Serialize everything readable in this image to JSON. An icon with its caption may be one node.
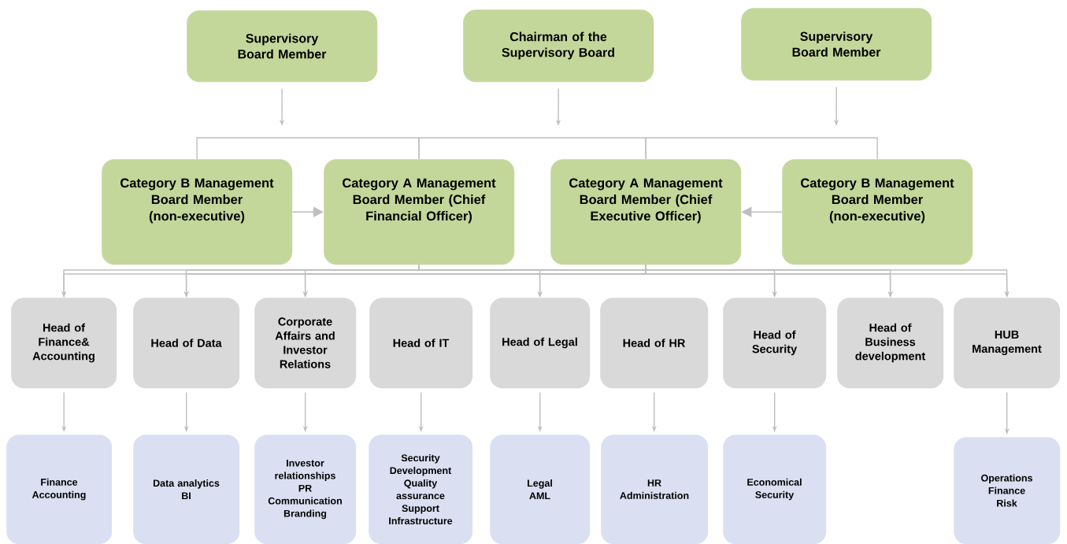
{
  "diagram": {
    "nodes": [
      {
        "text": [
          "Supervisory Board Member"
        ]
      },
      {
        "text": [
          "Chairman of the Supervisory Board"
        ]
      },
      {
        "text": [
          "Supervisory Board Member"
        ]
      },
      {
        "text": [
          "Category B Management Board Member (non-executive)"
        ]
      },
      {
        "text": [
          "Category A Management Board Member (Chief Financial Officer)"
        ]
      },
      {
        "text": [
          "Category A Management Board Member (Chief Executive Officer)"
        ]
      },
      {
        "text": [
          "Category B Management Board Member (non-executive)"
        ]
      },
      {
        "text": [
          "Head of Finance& Accounting"
        ]
      },
      {
        "text": [
          "Head of Data"
        ]
      },
      {
        "text": [
          "Corporate Affairs and Investor Relations"
        ]
      },
      {
        "text": [
          "Head of IT"
        ]
      },
      {
        "text": [
          "Head of Legal"
        ]
      },
      {
        "text": [
          "Head of HR"
        ]
      },
      {
        "text": [
          "Head of Security"
        ]
      },
      {
        "text": [
          "Head of Business development"
        ]
      },
      {
        "text": [
          "HUB Management"
        ]
      },
      {
        "text": [
          "Finance",
          "Accounting"
        ]
      },
      {
        "text": [
          "Data analytics",
          "BI"
        ]
      },
      {
        "text": [
          "Investor relationships",
          "PR",
          "Communication",
          "Branding"
        ]
      },
      {
        "text": [
          "Security",
          "Development",
          "Quality assurance",
          "Support",
          "Infrastructure"
        ]
      },
      {
        "text": [
          "Legal",
          "AML"
        ]
      },
      {
        "text": [
          "HR",
          "Administration"
        ]
      },
      {
        "text": [
          "Economical Security"
        ]
      },
      {
        "text": [
          "Operations",
          "Finance",
          "Risk"
        ]
      }
    ],
    "edges": [
      {
        "from": 0,
        "to": null,
        "arrow": "to"
      },
      {
        "from": 1,
        "to": null,
        "arrow": "to"
      },
      {
        "from": 2,
        "to": null,
        "arrow": "to"
      },
      {
        "from": 3,
        "to": 4,
        "arrow": "none"
      },
      {
        "from": 4,
        "to": 5,
        "arrow": "none"
      },
      {
        "from": 5,
        "to": 6,
        "arrow": "none"
      },
      {
        "from": 3,
        "to": 4,
        "arrow": "to"
      },
      {
        "from": 6,
        "to": 5,
        "arrow": "to"
      },
      {
        "from": 4,
        "to": 7,
        "arrow": "to"
      },
      {
        "from": 4,
        "to": 8,
        "arrow": "to"
      },
      {
        "from": 4,
        "to": 9,
        "arrow": "to"
      },
      {
        "from": 4,
        "to": 11,
        "arrow": "to"
      },
      {
        "from": 4,
        "to": 13,
        "arrow": "to"
      },
      {
        "from": 4,
        "to": 14,
        "arrow": "to"
      },
      {
        "from": 4,
        "to": 15,
        "arrow": "to"
      },
      {
        "from": 5,
        "to": 7,
        "arrow": "to"
      },
      {
        "from": 5,
        "to": 8,
        "arrow": "to"
      },
      {
        "from": 5,
        "to": 9,
        "arrow": "to"
      },
      {
        "from": 5,
        "to": 11,
        "arrow": "to"
      },
      {
        "from": 5,
        "to": 13,
        "arrow": "to"
      },
      {
        "from": 5,
        "to": 14,
        "arrow": "to"
      },
      {
        "from": 5,
        "to": 15,
        "arrow": "to"
      },
      {
        "from": 7,
        "to": 16,
        "arrow": "to"
      },
      {
        "from": 8,
        "to": 17,
        "arrow": "to"
      },
      {
        "from": 9,
        "to": 18,
        "arrow": "to"
      },
      {
        "from": 10,
        "to": 19,
        "arrow": "to"
      },
      {
        "from": 11,
        "to": 20,
        "arrow": "to"
      },
      {
        "from": 12,
        "to": 21,
        "arrow": "to"
      },
      {
        "from": 13,
        "to": 22,
        "arrow": "to"
      },
      {
        "from": 15,
        "to": 23,
        "arrow": "to"
      }
    ]
  }
}
